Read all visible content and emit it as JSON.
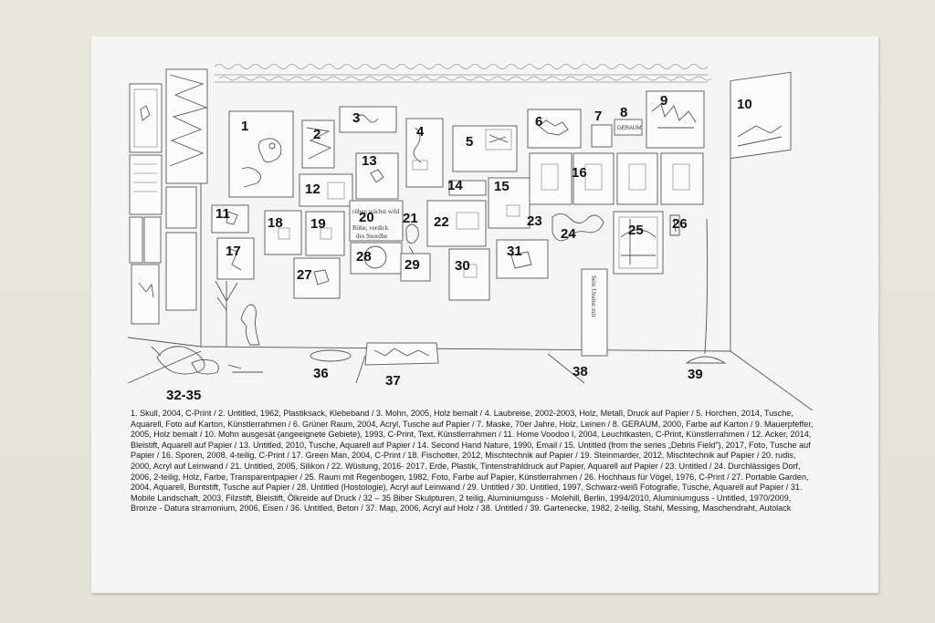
{
  "labels": {
    "n1": "1",
    "n2": "2",
    "n3": "3",
    "n4": "4",
    "n5": "5",
    "n6": "6",
    "n7": "7",
    "n8": "8",
    "n9": "9",
    "n10": "10",
    "n11": "11",
    "n12": "12",
    "n13": "13",
    "n14": "14",
    "n15": "15",
    "n16": "16",
    "n17": "17",
    "n18": "18",
    "n19": "19",
    "n20": "20",
    "n21": "21",
    "n22": "22",
    "n23": "23",
    "n24": "24",
    "n25": "25",
    "n26": "26",
    "n27": "27",
    "n28": "28",
    "n29": "29",
    "n30": "30",
    "n31": "31",
    "n36": "36",
    "n37": "37",
    "n38": "38",
    "n39": "39",
    "n3235": "32-35"
  },
  "artwork_text": {
    "sign8": "GERAUM",
    "poster_line1": "rüben wächst wild",
    "poster_line2": "Rübe, verdick",
    "poster_line3": "des Snordhe",
    "banner38": "Sein Unsinn mit"
  },
  "caption": "1. Skull, 2004, C-Print / 2. Untitled, 1962, Plastiksack, Klebeband / 3. Mohn, 2005, Holz bemalt / 4. Laubreise, 2002-2003, Holz, Metall, Druck auf Papier / 5. Horchen, 2014, Tusche, Aquarell, Foto auf Karton, Künstlerrahmen / 6. Grüner Raum, 2004, Acryl, Tusche auf Papier / 7. Maske, 70er Jahre, Holz, Leinen / 8. GERAUM, 2000, Farbe auf Karton / 9. Mauerpfeffer, 2005, Holz bemalt / 10. Mohn ausgesät (angeeignete Gebiete), 1993, C-Print, Text, Künstlerrahmen / 11. Home Voodoo I, 2004, Leuchtkasten, C-Print, Künstlerrahmen / 12. Acker, 2014, Bleistift, Aquarell auf Papier / 13. Untitled, 2010, Tusche, Aquarell auf Papier / 14. Second Hand Nature, 1990, Email / 15. Untitled (from the series „Debris Field\"), 2017, Foto, Tusche auf Papier / 16. Sporen, 2008, 4-teilig, C-Print / 17. Green Man, 2004, C-Print / 18. Fischotter, 2012, Mischtechnik auf Papier / 19. Steinmarder, 2012, Mischtechnik auf Papier / 20. rudis, 2000, Acryl auf Leinwand / 21. Untitled, 2005, Silikon / 22. Wüstung, 2016- 2017, Erde, Plastik, Tintenstrahldruck auf Papier, Aquarell auf Papier / 23. Untitled / 24. Durchlässiges Dorf, 2006, 2-teilig, Holz, Farbe, Transparentpapier / 25. Raum mit Regenbogen, 1982, Foto, Farbe auf Papier, Künstlerrahmen / 26. Hochhaus für Vögel, 1976, C-Print / 27. Portable Garden, 2004, Aquarell, Buntstift, Tusche auf Papier / 28. Untitled (Hostologie), Acryl auf Leinwand / 29. Untitled / 30. Untitled, 1997, Schwarz-weiß Fotografie, Tusche, Aquarell auf Papier / 31. Mobile Landschaft, 2003, Filzstift, Bleistift, Ölkreide auf Druck / 32 – 35 Biber Skulpturen, 2 teilig, Aluminiumguss - Molehill, Berlin, 1994/2010, Aluminiumguss - Untitled, 1970/2009, Bronze - Datura stramonium, 2006, Eisen / 36. Untitled, Beton / 37. Map, 2006, Acryl auf Holz / 38. Untitled / 39. Gartenecke, 1982, 2-teilig, Stahl, Messing, Maschendraht, Autolack"
}
